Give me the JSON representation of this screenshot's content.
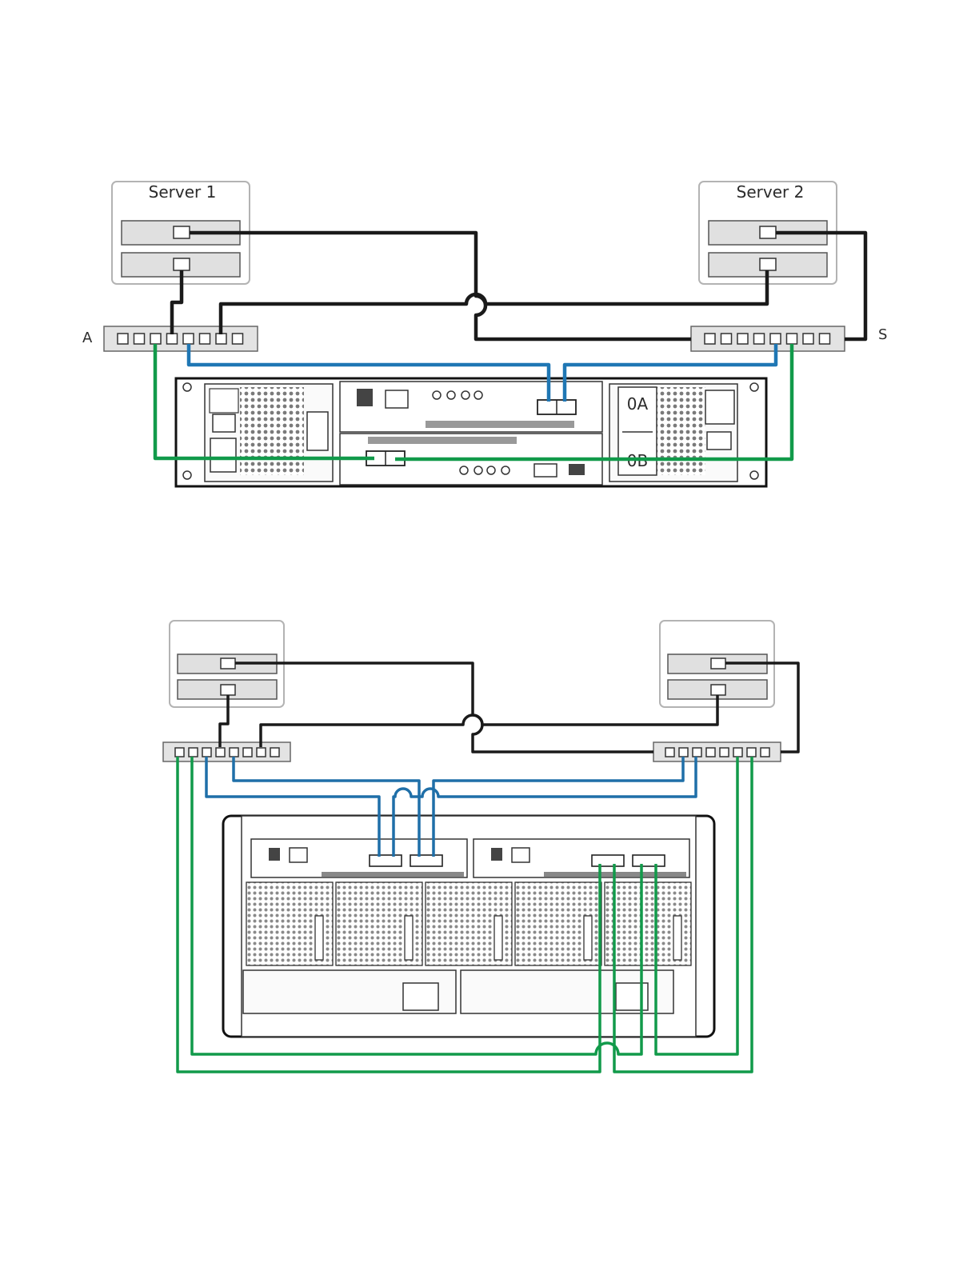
{
  "diagram_top": {
    "servers": [
      {
        "name": "Server 1"
      },
      {
        "name": "Server 2"
      }
    ],
    "switch_labels": {
      "left": "A",
      "right": "S"
    },
    "controller_labels": {
      "upper": "0A",
      "lower": "0B"
    }
  },
  "diagram_bottom": {
    "servers": [
      {
        "name": ""
      },
      {
        "name": ""
      }
    ]
  },
  "colors": {
    "server_link": "#1a1a1a",
    "switch_to_upper_controller": "#1f77b4",
    "switch_to_lower_controller": "#119a4a",
    "device_fill": "#e6e6e6",
    "device_outline": "#555555"
  }
}
